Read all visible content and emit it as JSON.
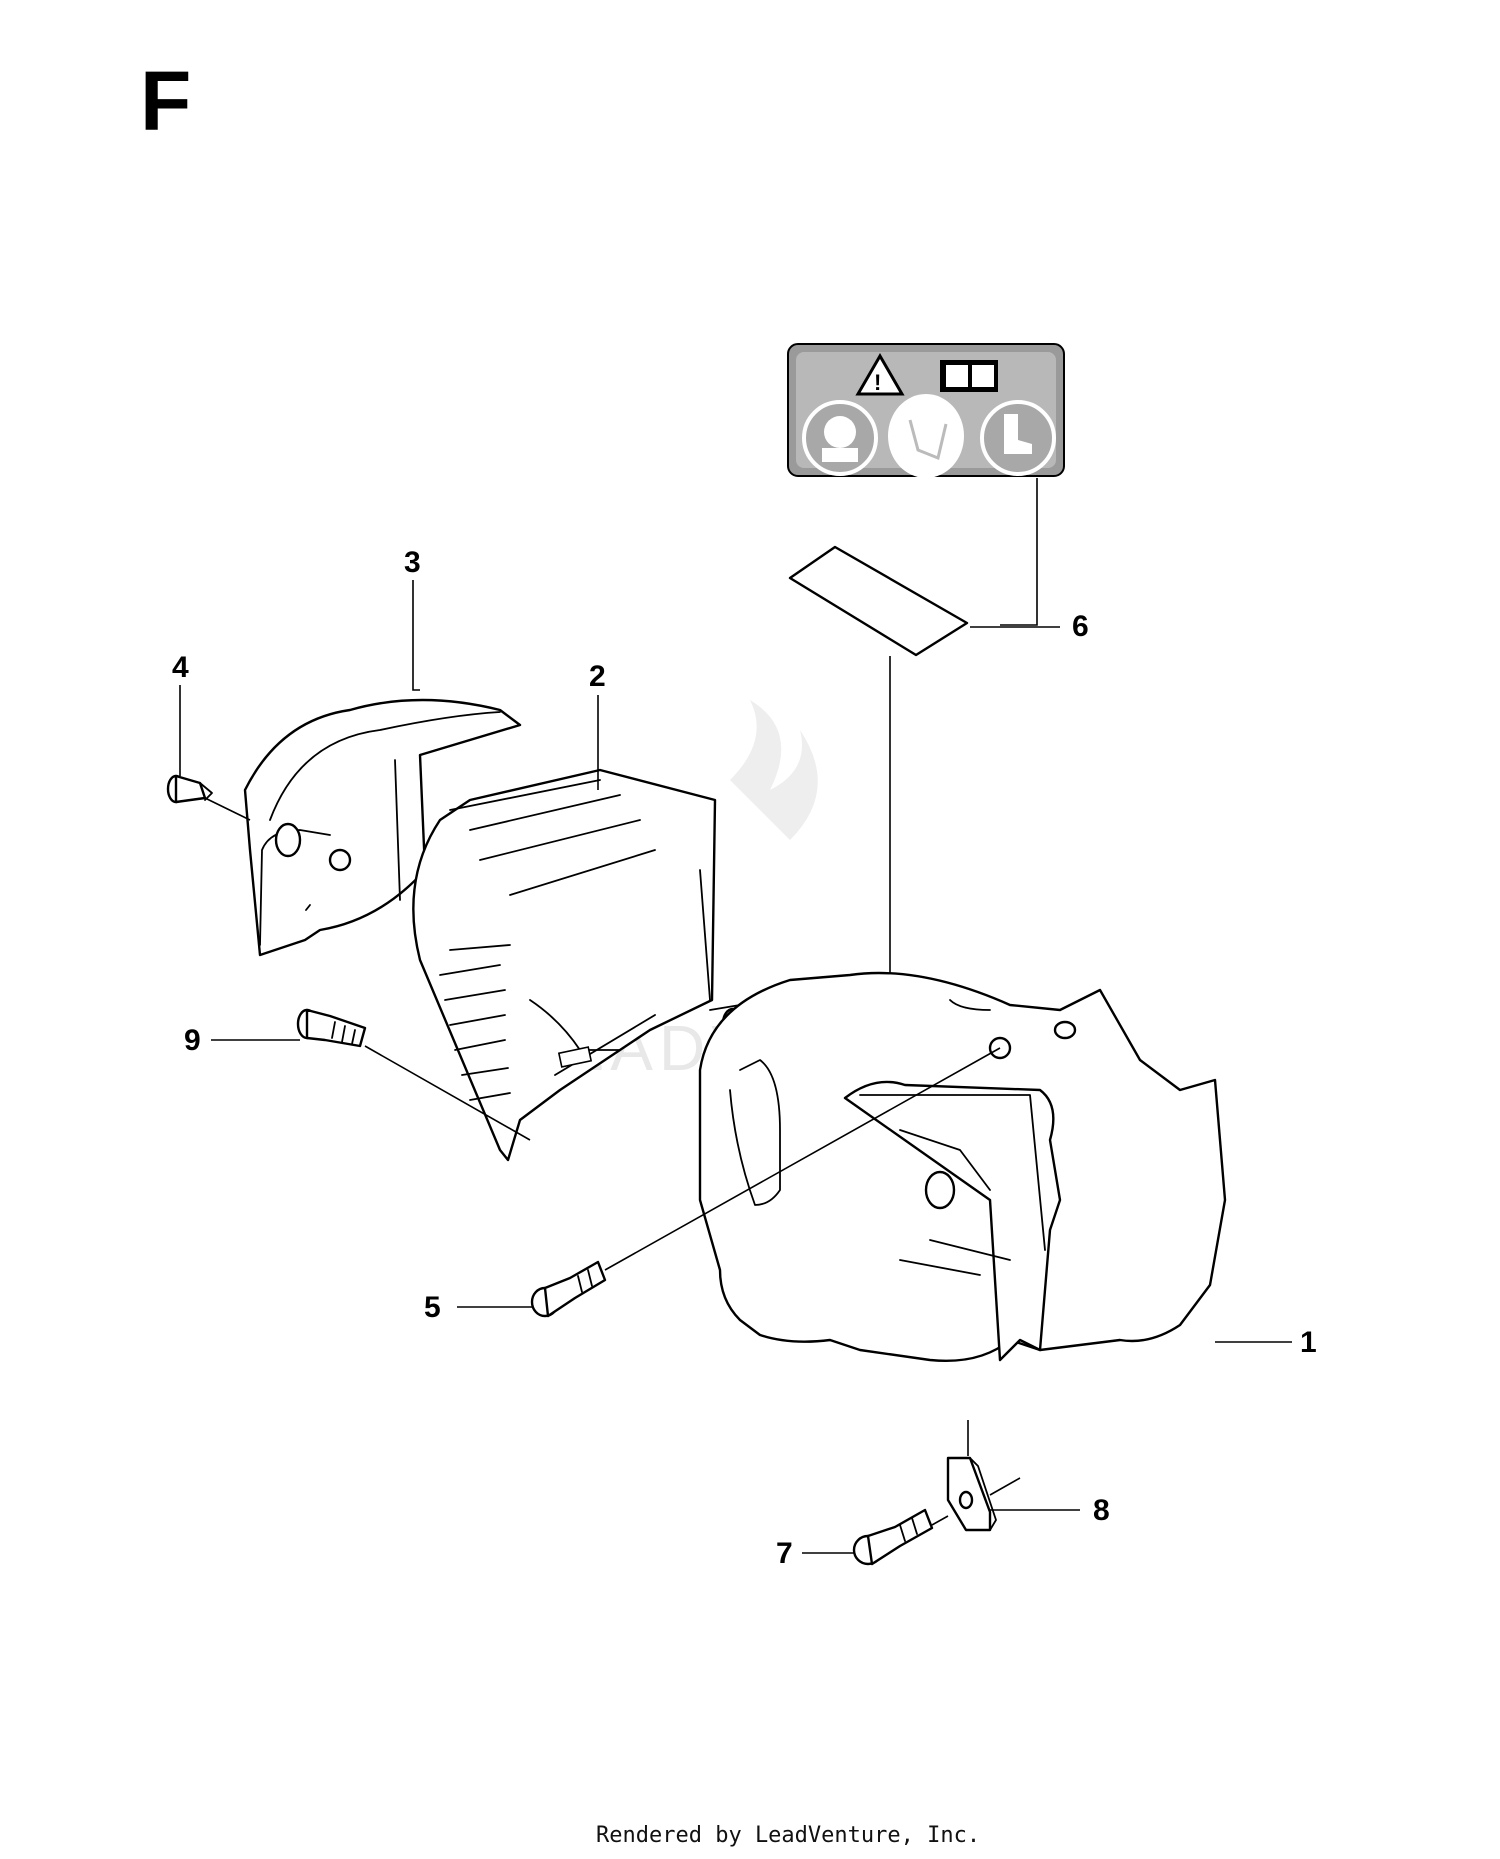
{
  "section": {
    "letter": "F"
  },
  "watermark": {
    "text": "LEADVENTURE"
  },
  "callouts": [
    {
      "id": "1",
      "label": "1"
    },
    {
      "id": "2",
      "label": "2"
    },
    {
      "id": "3",
      "label": "3"
    },
    {
      "id": "4",
      "label": "4"
    },
    {
      "id": "5",
      "label": "5"
    },
    {
      "id": "6",
      "label": "6"
    },
    {
      "id": "7",
      "label": "7"
    },
    {
      "id": "8",
      "label": "8"
    },
    {
      "id": "9",
      "label": "9"
    }
  ],
  "decal": {
    "icons": [
      "warning-triangle-icon",
      "manual-book-icon",
      "ear-eye-protection-icon",
      "gloves-icon",
      "boots-icon"
    ]
  },
  "footer": {
    "text": "Rendered by LeadVenture, Inc."
  }
}
